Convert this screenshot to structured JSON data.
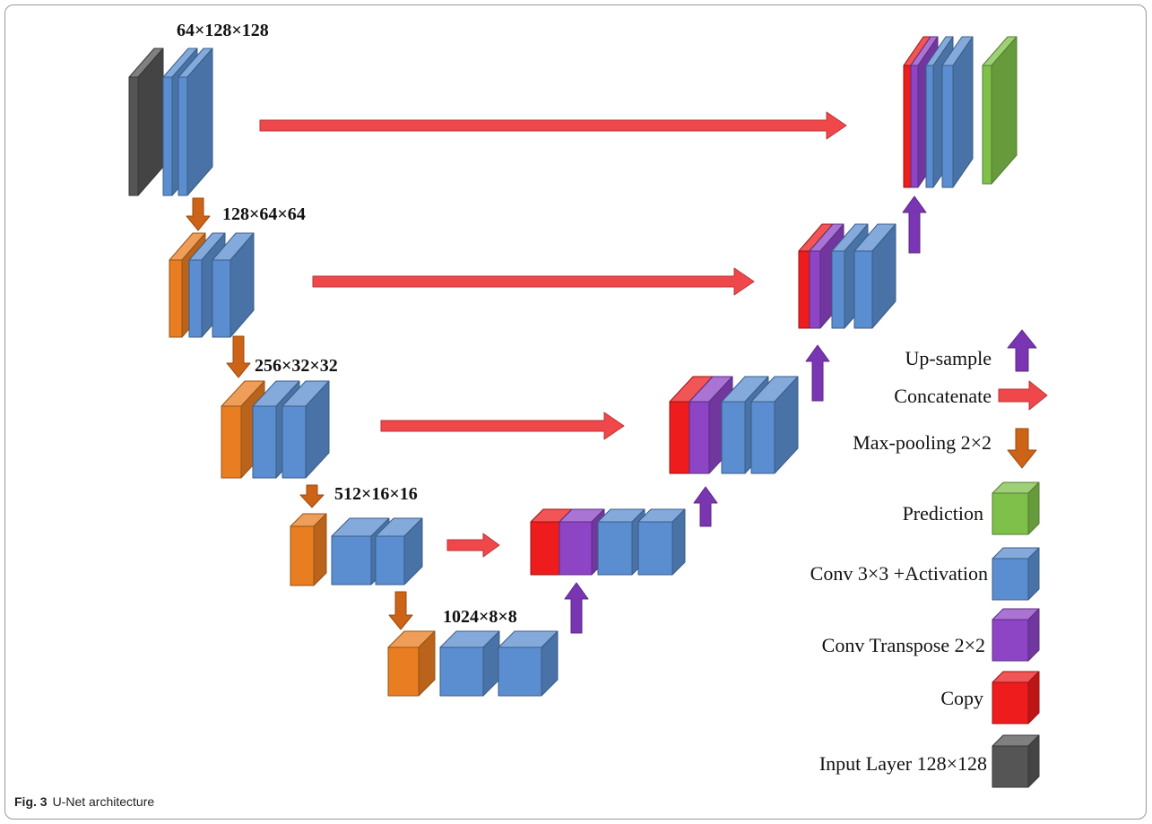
{
  "caption": {
    "label": "Fig. 3",
    "text": "U-Net architecture"
  },
  "encoder_labels": [
    "64×128×128",
    "128×64×64",
    "256×32×32",
    "512×16×16",
    "1024×8×8"
  ],
  "legend": {
    "upsample": "Up-sample",
    "concatenate": "Concatenate",
    "maxpool": "Max-pooling 2×2",
    "prediction": "Prediction",
    "conv": "Conv 3×3 +Activation",
    "conv_transpose": "Conv Transpose 2×2",
    "copy": "Copy",
    "input": "Input Layer 128×128"
  },
  "colors": {
    "conv": "#5b8ed0",
    "pool": "#e87d22",
    "input": "#555555",
    "prediction": "#7fc04a",
    "copy": "#ee1c1c",
    "conv_transpose": "#8d45c6",
    "concat_arrow": "#f0474a",
    "maxpool_arrow": "#cc6316",
    "upsample_arrow": "#7a35b2"
  }
}
